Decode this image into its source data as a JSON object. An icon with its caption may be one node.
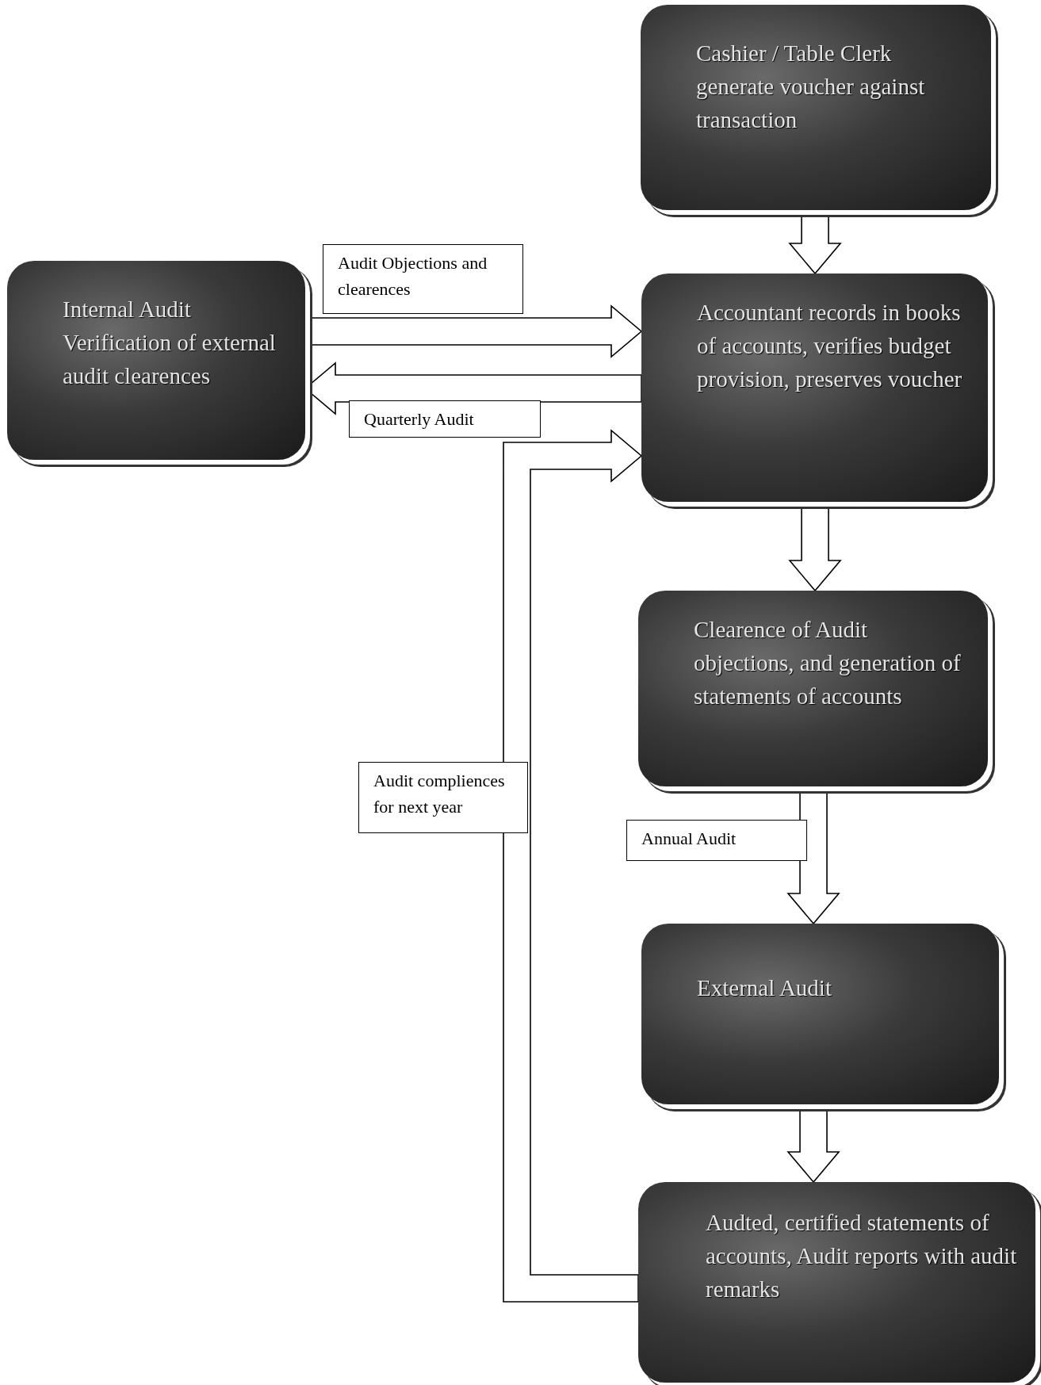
{
  "diagram": {
    "nodes": [
      {
        "text": [
          "Cashier / Table Clerk generate voucher against transaction"
        ]
      },
      {
        "text": [
          "Internal Audit Verification of external audit clearences"
        ]
      },
      {
        "text": [
          "Accountant records in books of accounts, verifies budget provision, preserves voucher"
        ]
      },
      {
        "text": [
          "Clearence of Audit objections, and generation of statements of accounts"
        ]
      },
      {
        "text": [
          "External Audit"
        ]
      },
      {
        "text": [
          "Audted, certified statements of accounts, Audit reports with audit remarks"
        ]
      }
    ],
    "edges": [
      {
        "from": 0,
        "to": 2,
        "arrow": "to"
      },
      {
        "from": 1,
        "to": 2,
        "arrow": "to",
        "label": "Audit Objections and clearences"
      },
      {
        "from": 2,
        "to": 1,
        "arrow": "to",
        "label": "Quarterly Audit"
      },
      {
        "from": 2,
        "to": 3,
        "arrow": "to"
      },
      {
        "from": 3,
        "to": 4,
        "arrow": "to",
        "label": "Annual Audit"
      },
      {
        "from": 4,
        "to": 5,
        "arrow": "to"
      },
      {
        "from": 5,
        "to": 2,
        "arrow": "to",
        "label": "Audit compliences for next year"
      }
    ]
  }
}
